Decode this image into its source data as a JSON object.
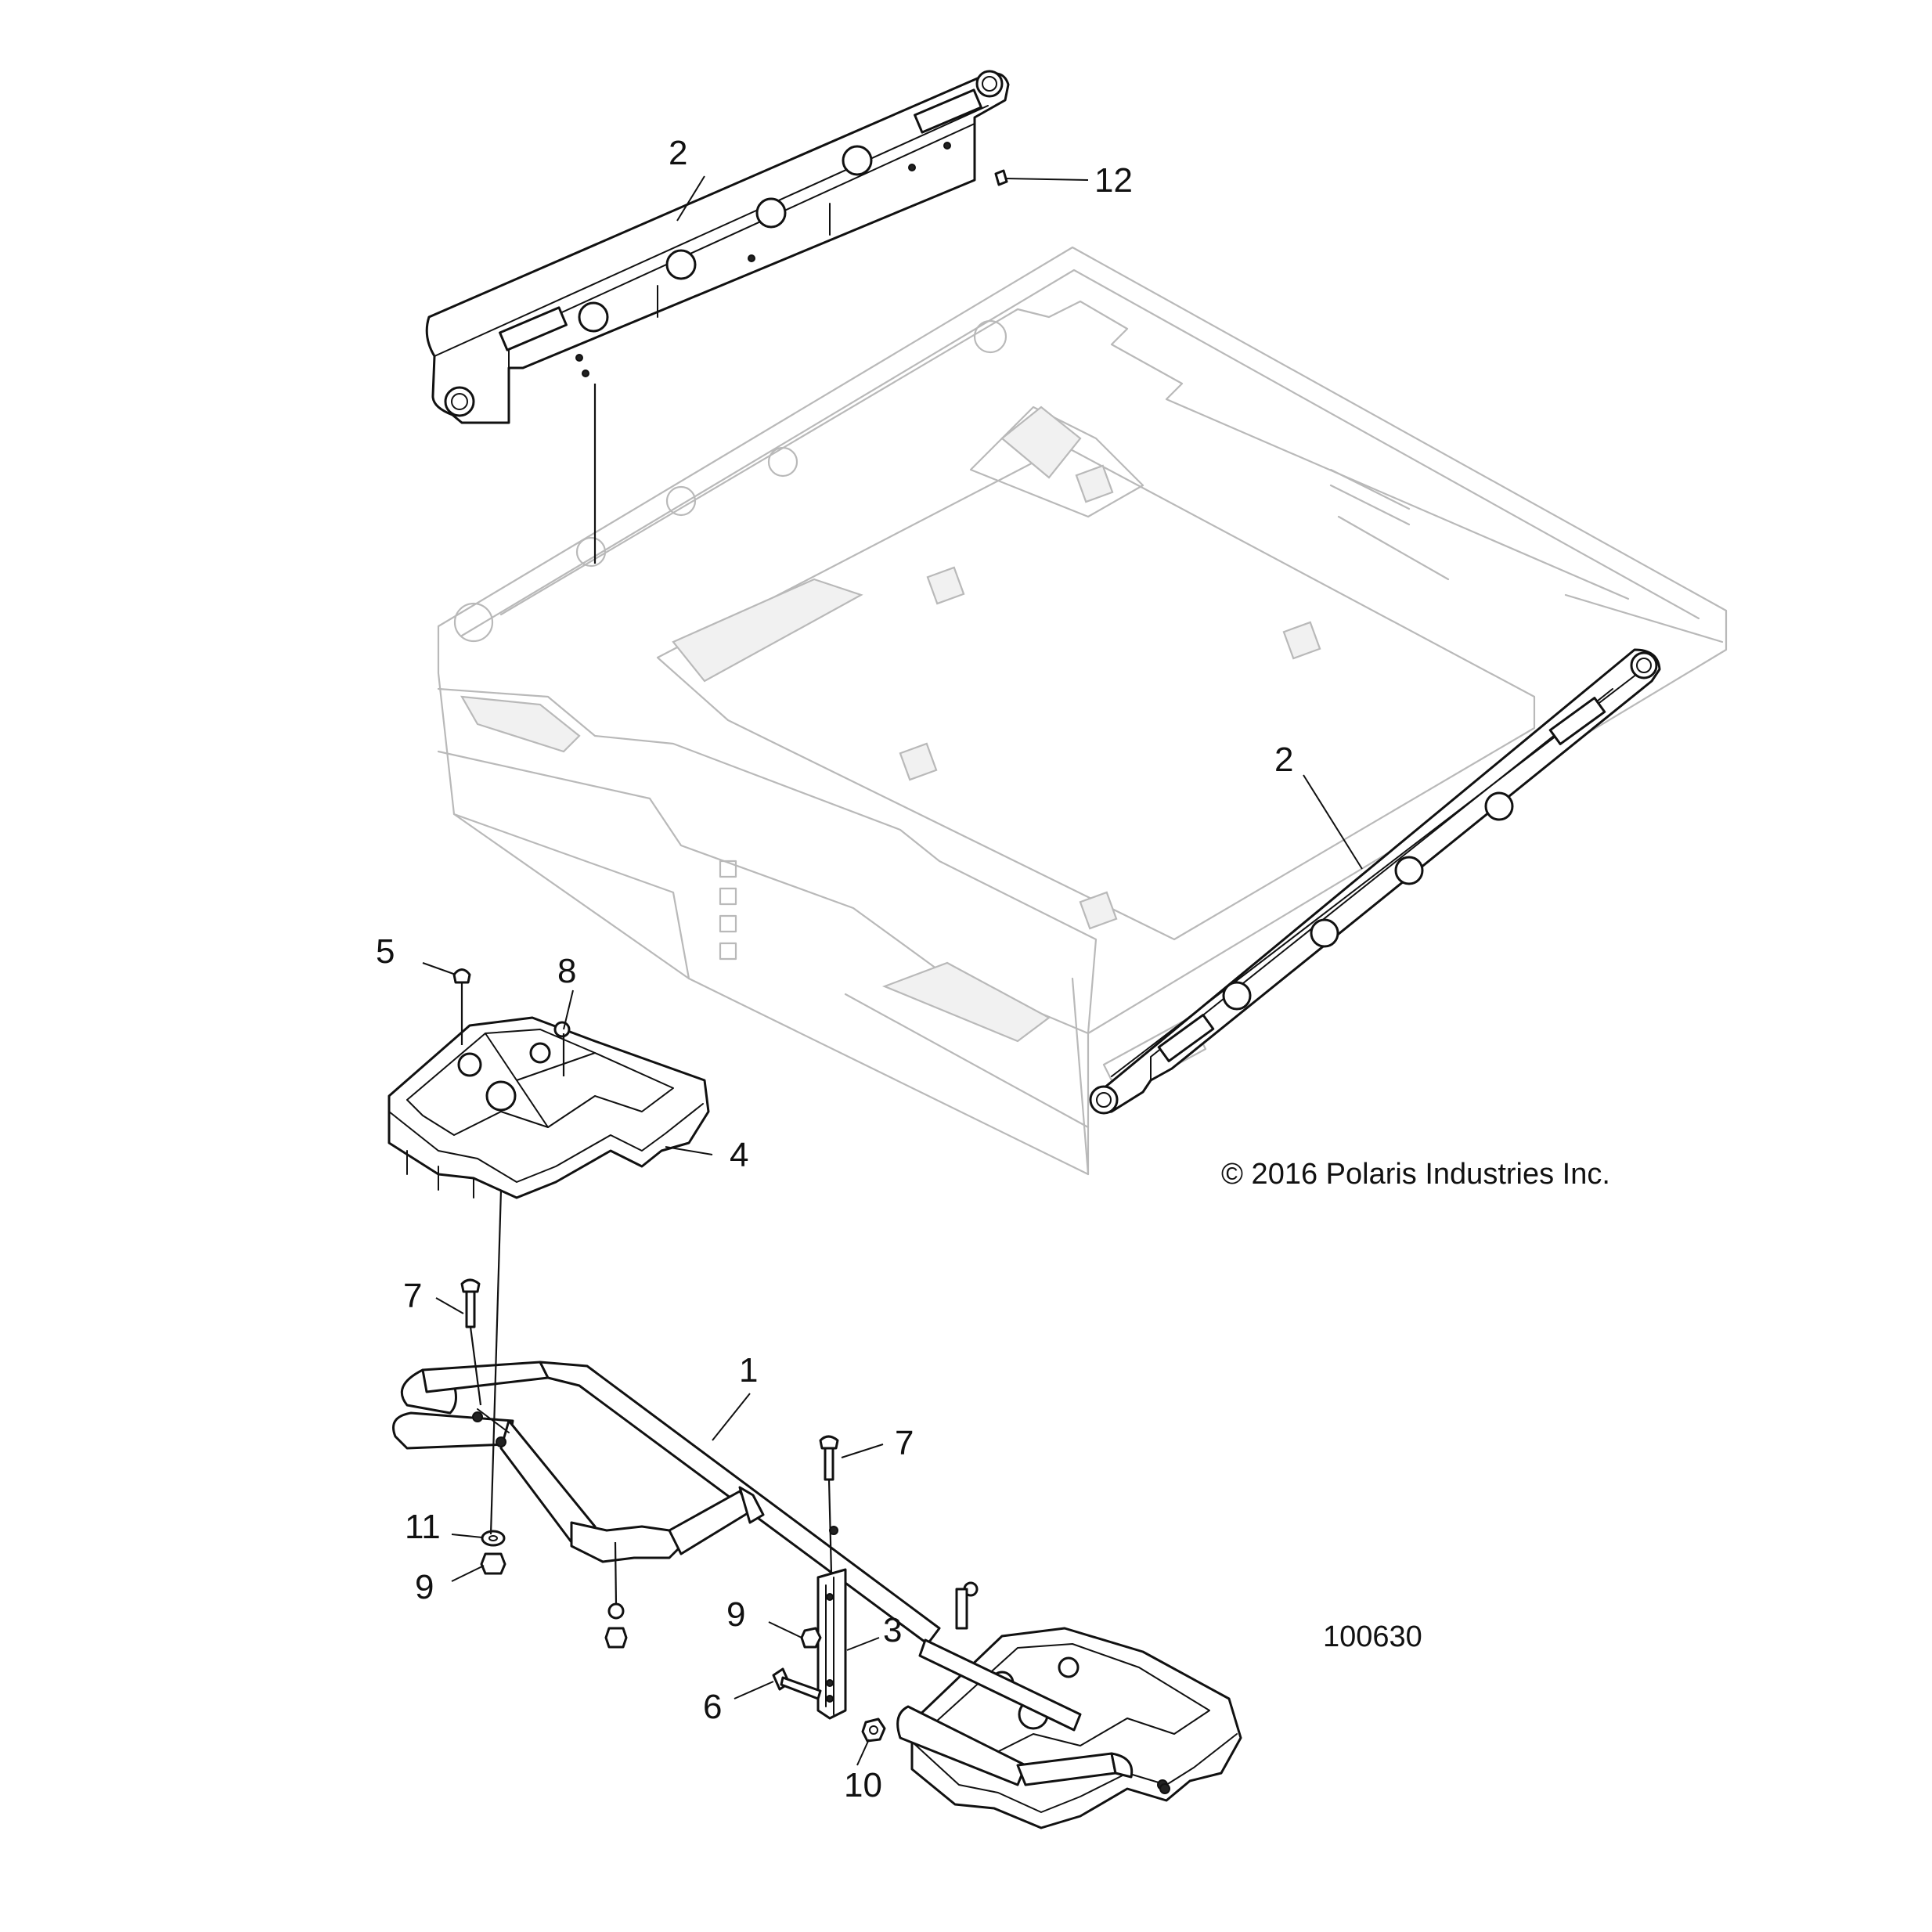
{
  "diagram": {
    "copyright": "© 2016 Polaris Industries Inc.",
    "figure_number": "100630",
    "callouts": [
      {
        "id": "c1",
        "label": "1"
      },
      {
        "id": "c2a",
        "label": "2"
      },
      {
        "id": "c2b",
        "label": "2"
      },
      {
        "id": "c3",
        "label": "3"
      },
      {
        "id": "c4",
        "label": "4"
      },
      {
        "id": "c5",
        "label": "5"
      },
      {
        "id": "c6",
        "label": "6"
      },
      {
        "id": "c7a",
        "label": "7"
      },
      {
        "id": "c7b",
        "label": "7"
      },
      {
        "id": "c8",
        "label": "8"
      },
      {
        "id": "c9a",
        "label": "9"
      },
      {
        "id": "c9b",
        "label": "9"
      },
      {
        "id": "c10",
        "label": "10"
      },
      {
        "id": "c11",
        "label": "11"
      },
      {
        "id": "c12",
        "label": "12"
      }
    ]
  }
}
